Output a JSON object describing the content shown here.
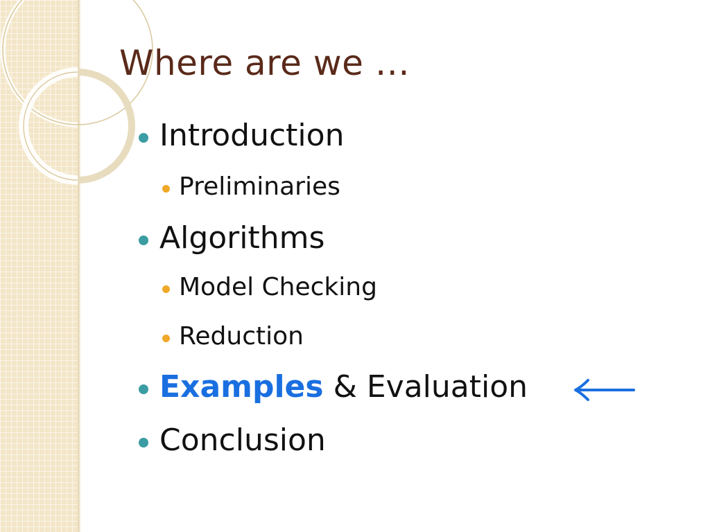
{
  "slide": {
    "title": "Where are we …",
    "items": {
      "intro": "Introduction",
      "prelim": "Preliminaries",
      "algorithms": "Algorithms",
      "model_checking": "Model Checking",
      "reduction": "Reduction",
      "examples_highlight": "Examples",
      "examples_rest": " & Evaluation",
      "conclusion": "Conclusion"
    }
  },
  "colors": {
    "title": "#5a2a1a",
    "bullet_level1": "#3b9da3",
    "bullet_level2": "#f0a828",
    "highlight": "#1a6fe0",
    "band": "#f3e6c8"
  },
  "icons": {
    "current_section_marker": "left-arrow-icon"
  }
}
